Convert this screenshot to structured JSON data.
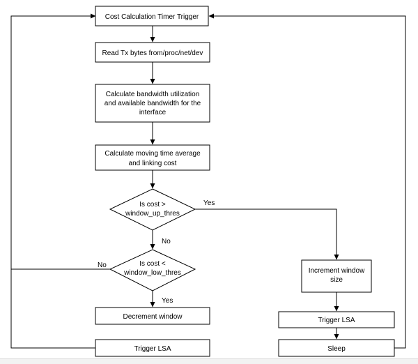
{
  "nodes": {
    "timer_trigger": {
      "lines": [
        "Cost Calculation Timer Trigger"
      ]
    },
    "read_tx": {
      "lines": [
        "Read Tx bytes from/proc/net/dev"
      ]
    },
    "calc_bandwidth": {
      "lines": [
        "Calculate bandwidth utilization",
        "and available bandwidth for the",
        "interface"
      ]
    },
    "calc_average": {
      "lines": [
        "Calculate moving time average",
        "and linking cost"
      ]
    },
    "decision_up": {
      "lines": [
        "Is cost >",
        "window_up_thres"
      ]
    },
    "decision_low": {
      "lines": [
        "Is cost <",
        "window_low_thres"
      ]
    },
    "decrement_window": {
      "lines": [
        "Decrement window"
      ]
    },
    "trigger_lsa_left": {
      "lines": [
        "Trigger LSA"
      ]
    },
    "increment_window": {
      "lines": [
        "Increment window",
        "size"
      ]
    },
    "trigger_lsa_right": {
      "lines": [
        "Trigger LSA"
      ]
    },
    "sleep": {
      "lines": [
        "Sleep"
      ]
    }
  },
  "edge_labels": {
    "up_yes": "Yes",
    "up_no": "No",
    "low_no": "No",
    "low_yes": "Yes"
  }
}
